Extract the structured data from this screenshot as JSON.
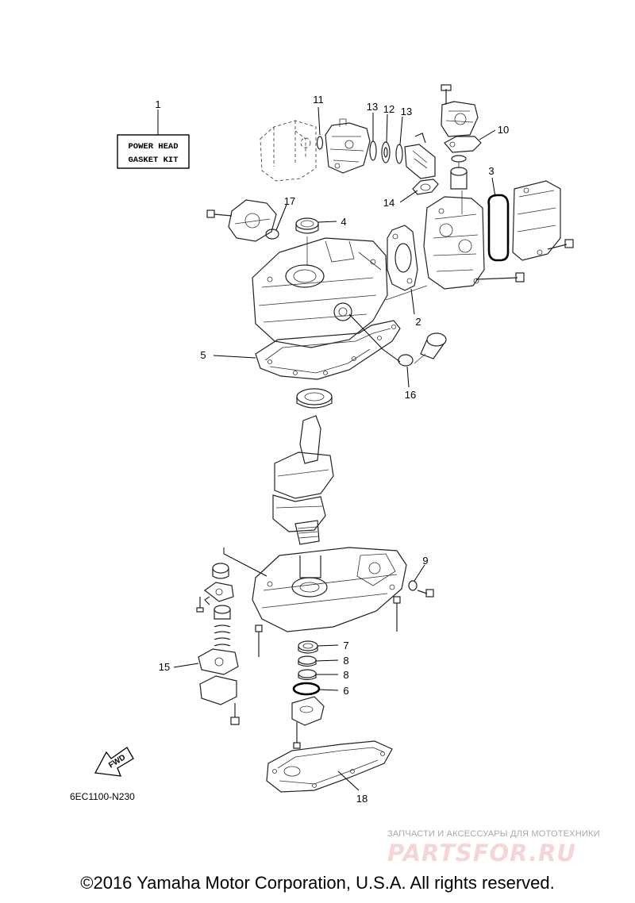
{
  "diagram": {
    "kit_label": {
      "line1": "POWER HEAD",
      "line2": "GASKET KIT"
    },
    "diagram_code": "6EC1100-N230",
    "fwd_label": "FWD",
    "callouts": {
      "c1": "1",
      "c2": "2",
      "c3": "3",
      "c4": "4",
      "c5": "5",
      "c6": "6",
      "c7": "7",
      "c8a": "8",
      "c8b": "8",
      "c9": "9",
      "c10": "10",
      "c11": "11",
      "c12": "12",
      "c13a": "13",
      "c13b": "13",
      "c14": "14",
      "c15": "15",
      "c16": "16",
      "c17": "17",
      "c18": "18"
    }
  },
  "footer": {
    "copyright": "©2016 Yamaha Motor Corporation, U.S.A. All rights reserved."
  },
  "watermark": {
    "caption": "ЗАПЧАСТИ И АКСЕССУАРЫ ДЛЯ МОТОТЕХНИКИ",
    "logo": "PARTSFOR.RU"
  }
}
